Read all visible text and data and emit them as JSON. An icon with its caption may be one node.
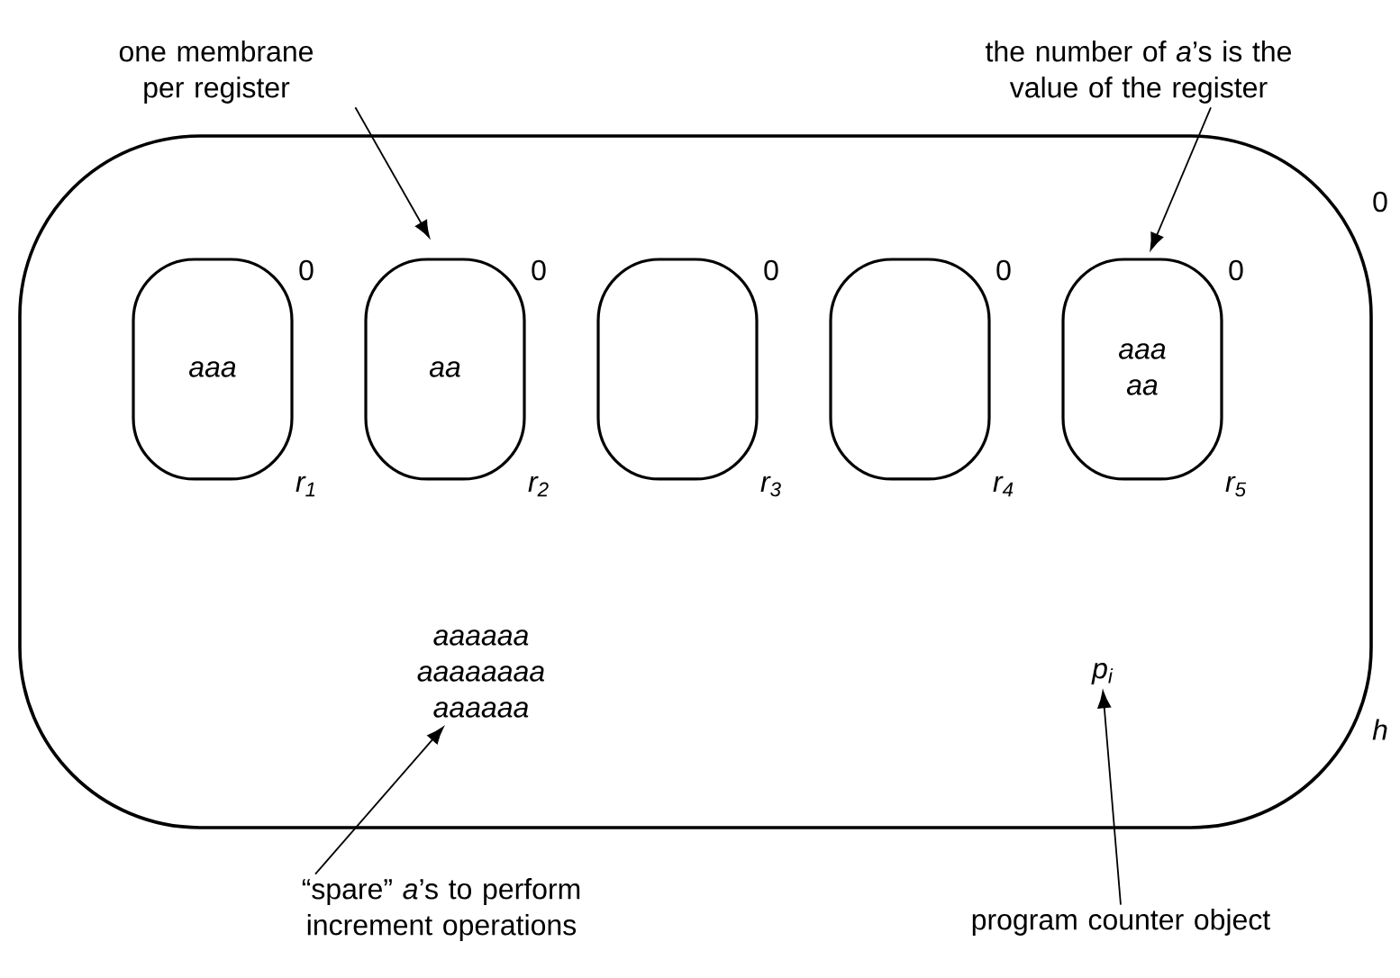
{
  "diagram": {
    "nodes": [
      {
        "text": [],
        "shape": "box",
        "beside": [
          "0",
          "h"
        ]
      },
      {
        "text": [
          "aaa"
        ],
        "in": 0,
        "beside": [
          "0",
          "r$_{1}$"
        ]
      },
      {
        "text": [
          "aa"
        ],
        "in": 0,
        "beside": [
          "0",
          "r$_{2}$"
        ]
      },
      {
        "text": [],
        "shape": "box",
        "in": 0,
        "beside": [
          "0",
          "r$_{3}$"
        ]
      },
      {
        "text": [],
        "shape": "box",
        "in": 0,
        "beside": [
          "0",
          "r$_{4}$"
        ]
      },
      {
        "text": [
          "aaa",
          "aa"
        ],
        "in": 0,
        "beside": [
          "0",
          "r$_{5}$"
        ]
      },
      {
        "text": [
          "aaaaaa",
          "aaaaaaaa",
          "aaaaaa"
        ],
        "in": 0
      },
      {
        "text": [
          "p$_{i}$"
        ],
        "in": 0
      },
      {
        "text": [
          "one membrane per register"
        ]
      },
      {
        "text": [
          "the number of *a*’s is the value of the register"
        ]
      },
      {
        "text": [
          "“spare” *a*’s to perform increment operations"
        ]
      },
      {
        "text": [
          "program counter object"
        ]
      }
    ],
    "edges": [
      {
        "from": 8,
        "to": 2,
        "arrow": "to"
      },
      {
        "from": 9,
        "to": 5,
        "arrow": "to"
      },
      {
        "from": 10,
        "to": 6,
        "arrow": "to"
      },
      {
        "from": 11,
        "to": 7,
        "arrow": "to"
      }
    ]
  }
}
